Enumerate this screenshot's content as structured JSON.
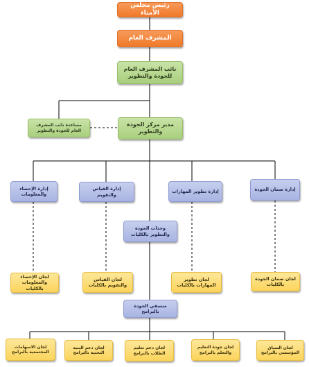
{
  "org_chart": {
    "board_president": "رئيس مجلس الأمناء",
    "general_supervisor": "المشرف العام",
    "deputy_supervisor": "نائب المشرف العام للجودة والتطوير",
    "center_director": "مدير مركز الجودة والتطوير",
    "deputy_assistant": "مساعدة نائب المشرف العام للجودة والتطوير",
    "departments": [
      "إدارة ضمان الجودة",
      "إدارة تطوير المهارات",
      "إدارة القياس والتقويم",
      "إدارة الإحصاء والمعلومات"
    ],
    "college_units": "وحدات الجودة والتطوير بالكليات",
    "college_committees": [
      "لجان ضمان الجودة بالكليات",
      "لجان تطوير المهارات بالكليات",
      "لجان القياس والتقويم بالكليات",
      "لجان الإحصاء والمعلومات بالكليات"
    ],
    "program_coordinators": "منسقي الجودة بالبرامج",
    "program_committees": [
      "لجان السياق المؤسسي بالبرامج",
      "لجان جودة التعليم والتعلم بالبرامج",
      "لجان دعم تعليم الطلاب بالبرامج",
      "لجان دعم البنية التحتية بالبرامج",
      "لجان الاسهامات المجتمعية بالبرامج"
    ]
  },
  "colors": {
    "executive": "#f07a2a",
    "leadership": "#a9cf7e",
    "department": "#a8b4e2",
    "committee": "#fbd45c",
    "connector": "#000000"
  }
}
